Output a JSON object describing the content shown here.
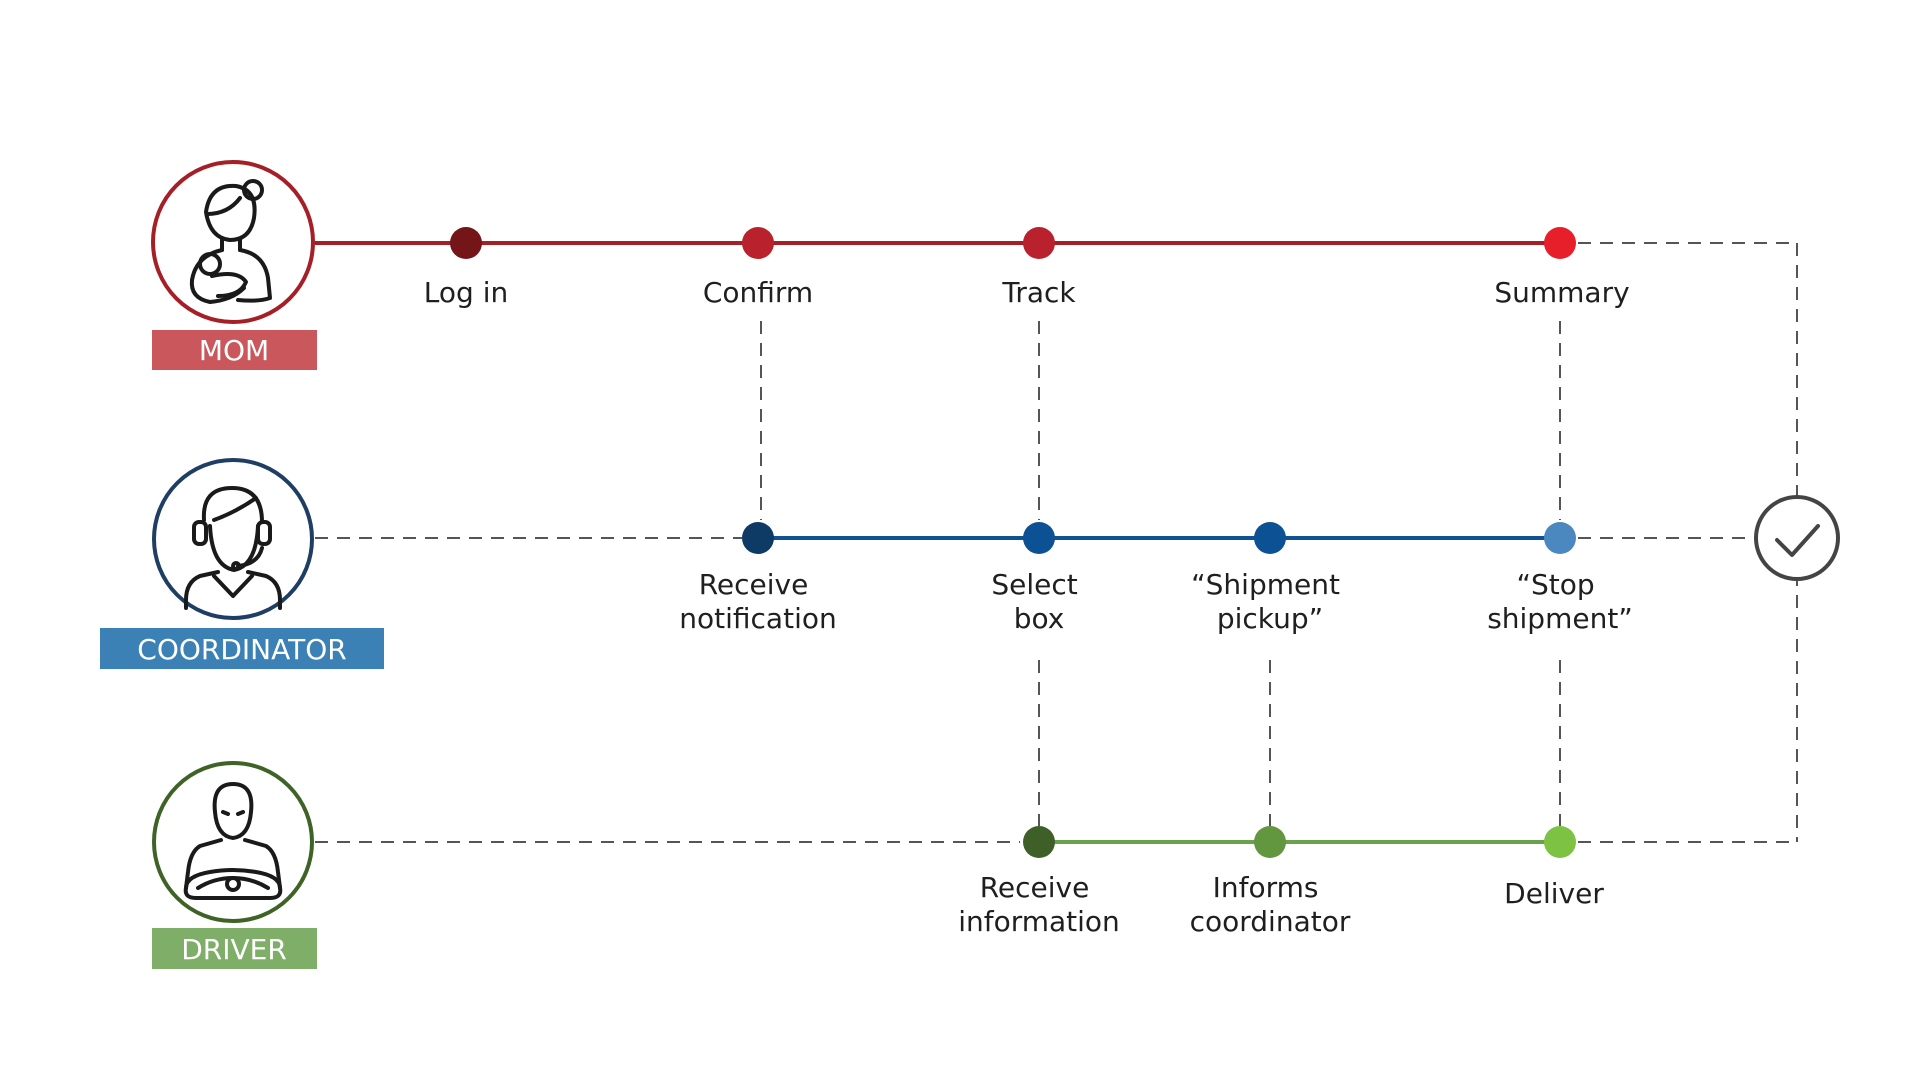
{
  "colors": {
    "mom_line": "#a51f27",
    "mom_label_bg": "#c9575c",
    "coordinator_line": "#0e5291",
    "coordinator_circle": "#1f3e63",
    "coordinator_label_bg": "#3b81b5",
    "driver_line": "#6aa14c",
    "driver_circle": "#3f6327",
    "driver_label_bg": "#7fae68",
    "connector": "#555555"
  },
  "roles": {
    "mom": {
      "label": "MOM",
      "icon": "mother-holding-baby-icon"
    },
    "coordinator": {
      "label": "COORDINATOR",
      "icon": "headset-operator-icon"
    },
    "driver": {
      "label": "DRIVER",
      "icon": "driver-steering-wheel-icon"
    }
  },
  "steps": {
    "mom": {
      "login": {
        "label": "Log in",
        "color": "#741518"
      },
      "confirm": {
        "label": "Confirm",
        "color": "#b9222d"
      },
      "track": {
        "label": "Track",
        "color": "#b9222d"
      },
      "summary": {
        "label": "Summary",
        "color": "#e61f2b"
      }
    },
    "coordinator": {
      "receive": {
        "line1": "Receive",
        "line2": "notification",
        "color": "#0e3a66"
      },
      "select": {
        "line1": "Select",
        "line2": "box",
        "color": "#0c5194"
      },
      "pickup": {
        "line1": "“Shipment",
        "line2": "pickup”",
        "color": "#0c5194"
      },
      "stop": {
        "line1": "“Stop",
        "line2": "shipment”",
        "color": "#4a88bf"
      }
    },
    "driver": {
      "receive": {
        "line1": "Receive",
        "line2": "information",
        "color": "#3f5f28"
      },
      "informs": {
        "line1": "Informs",
        "line2": "coordinator",
        "color": "#62963f"
      },
      "deliver": {
        "label": "Deliver",
        "color": "#7dc242"
      }
    }
  },
  "end": {
    "icon": "checkmark-icon",
    "color": "#444444"
  }
}
